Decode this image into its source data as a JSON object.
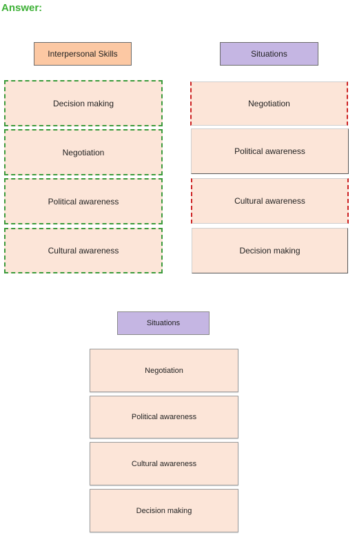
{
  "answer_label": "Answer:",
  "left_column": {
    "header": "Interpersonal Skills",
    "items": [
      "Decision making",
      "Negotiation",
      "Political awareness",
      "Cultural awareness"
    ]
  },
  "right_column": {
    "header": "Situations",
    "items": [
      "Negotiation",
      "Political awareness",
      "Cultural awareness",
      "Decision making"
    ]
  },
  "bottom_column": {
    "header": "Situations",
    "items": [
      "Negotiation",
      "Political awareness",
      "Cultural awareness",
      "Decision making"
    ]
  },
  "colors": {
    "answer": "#3cb035",
    "skills_header": "#fcc8a3",
    "situations_header": "#c5b6e3",
    "item_fill": "#fce5d8",
    "correct_outline": "#3a9a3a",
    "incorrect_outline": "#cc1f1f"
  }
}
